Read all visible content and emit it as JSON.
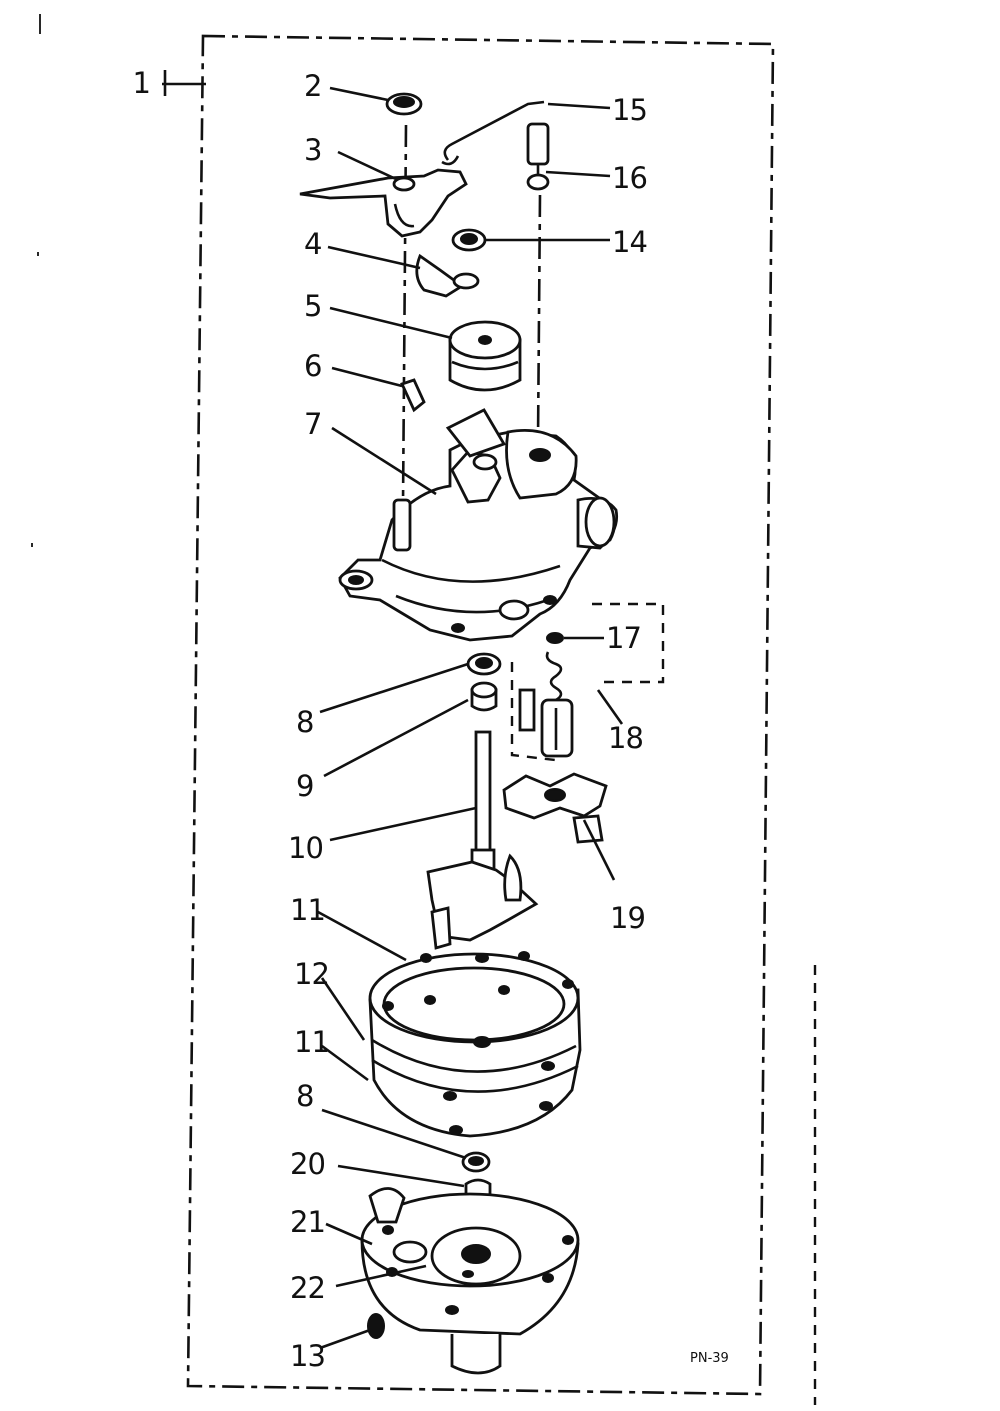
{
  "diagram": {
    "callouts": [
      {
        "id": "c1",
        "label": "1"
      },
      {
        "id": "c2",
        "label": "2"
      },
      {
        "id": "c3",
        "label": "3"
      },
      {
        "id": "c4",
        "label": "4"
      },
      {
        "id": "c5",
        "label": "5"
      },
      {
        "id": "c6",
        "label": "6"
      },
      {
        "id": "c7",
        "label": "7"
      },
      {
        "id": "c8a",
        "label": "8"
      },
      {
        "id": "c9",
        "label": "9"
      },
      {
        "id": "c10",
        "label": "10"
      },
      {
        "id": "c11a",
        "label": "11"
      },
      {
        "id": "c12",
        "label": "12"
      },
      {
        "id": "c11b",
        "label": "11"
      },
      {
        "id": "c8b",
        "label": "8"
      },
      {
        "id": "c20",
        "label": "20"
      },
      {
        "id": "c21",
        "label": "21"
      },
      {
        "id": "c22",
        "label": "22"
      },
      {
        "id": "c13",
        "label": "13"
      },
      {
        "id": "c15",
        "label": "15"
      },
      {
        "id": "c16",
        "label": "16"
      },
      {
        "id": "c14",
        "label": "14"
      },
      {
        "id": "c17",
        "label": "17"
      },
      {
        "id": "c18",
        "label": "18"
      },
      {
        "id": "c19",
        "label": "19"
      }
    ],
    "drawing_code": "PN-39"
  }
}
